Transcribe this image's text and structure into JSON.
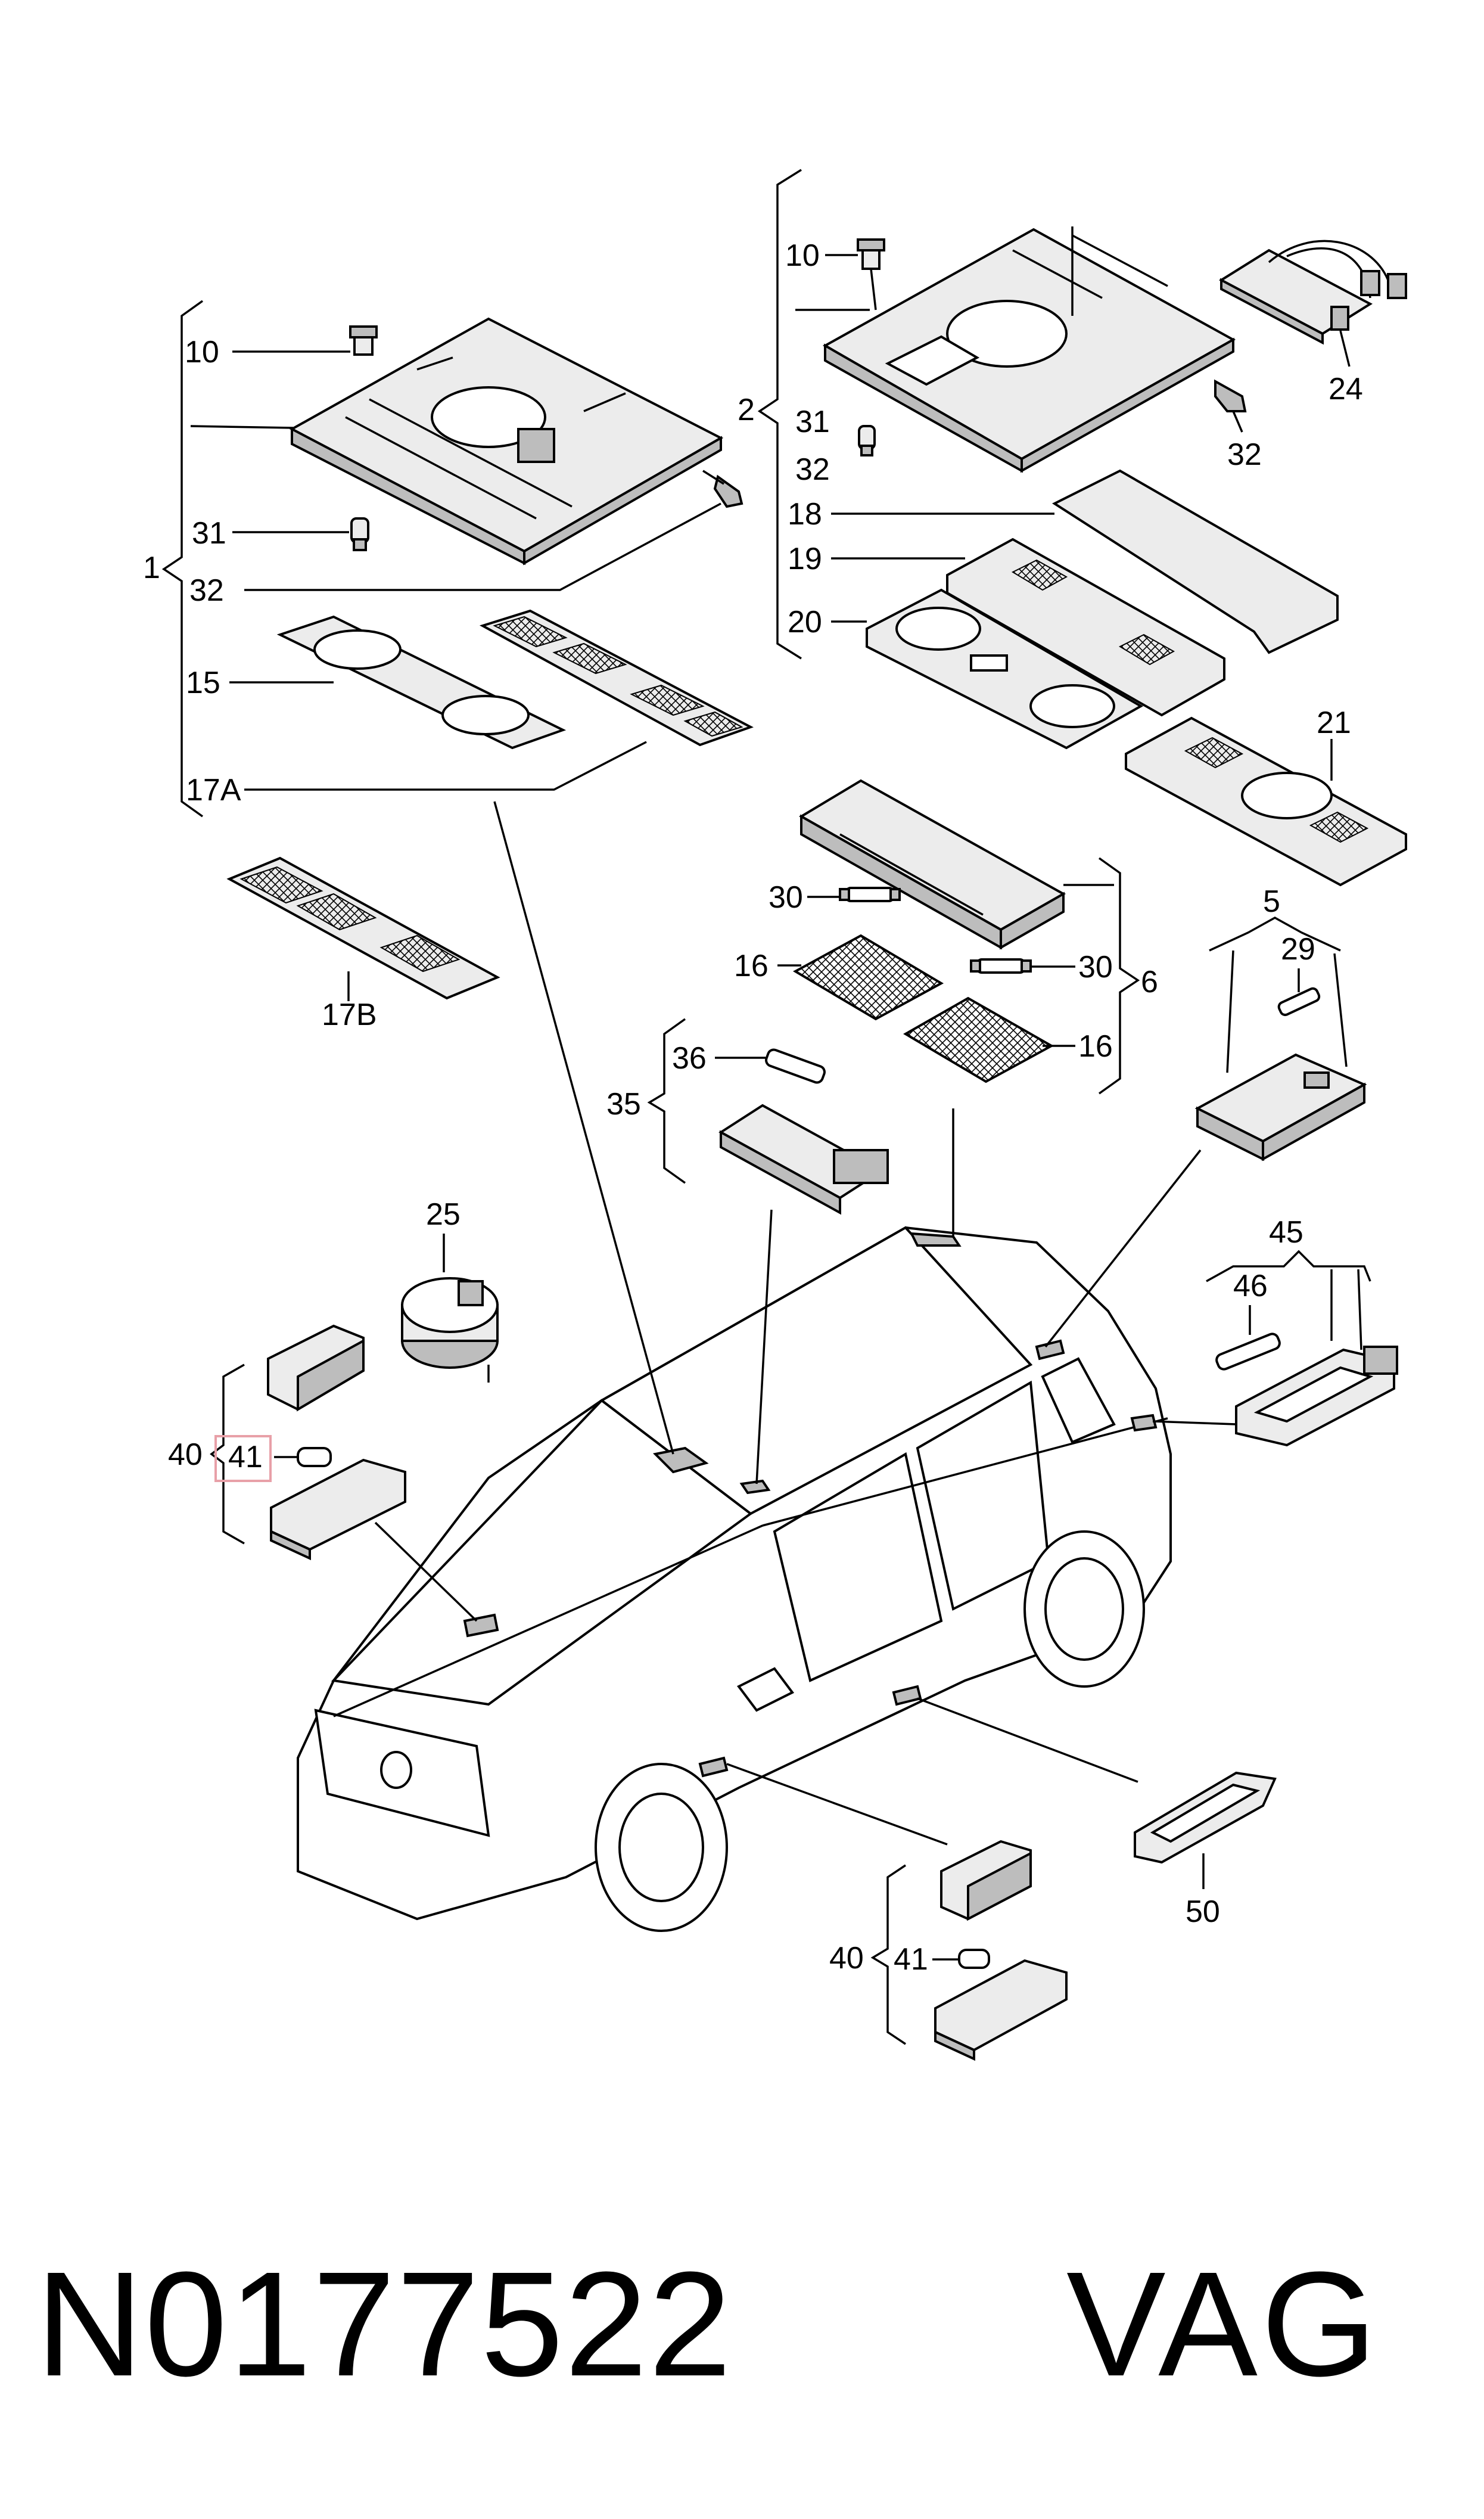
{
  "labels": {
    "l1": "1",
    "l2": "2",
    "l5": "5",
    "l6": "6",
    "l10a": "10",
    "l10b": "10",
    "l31a": "31",
    "l31b": "31",
    "l32a": "32",
    "l32b": "32",
    "l32c": "32",
    "l15": "15",
    "l17A": "17A",
    "l17B": "17B",
    "l18": "18",
    "l19": "19",
    "l20": "20",
    "l21": "21",
    "l24": "24",
    "l25": "25",
    "l29": "29",
    "l30a": "30",
    "l30b": "30",
    "l16a": "16",
    "l16b": "16",
    "l35": "35",
    "l36": "36",
    "l40a": "40",
    "l40b": "40",
    "l41a": "41",
    "l41b": "41",
    "l45": "45",
    "l46": "46",
    "l50": "50"
  },
  "highlight_color": "#e8a0a8",
  "footer": {
    "part_number": "N0177522",
    "brand": "VAG"
  }
}
